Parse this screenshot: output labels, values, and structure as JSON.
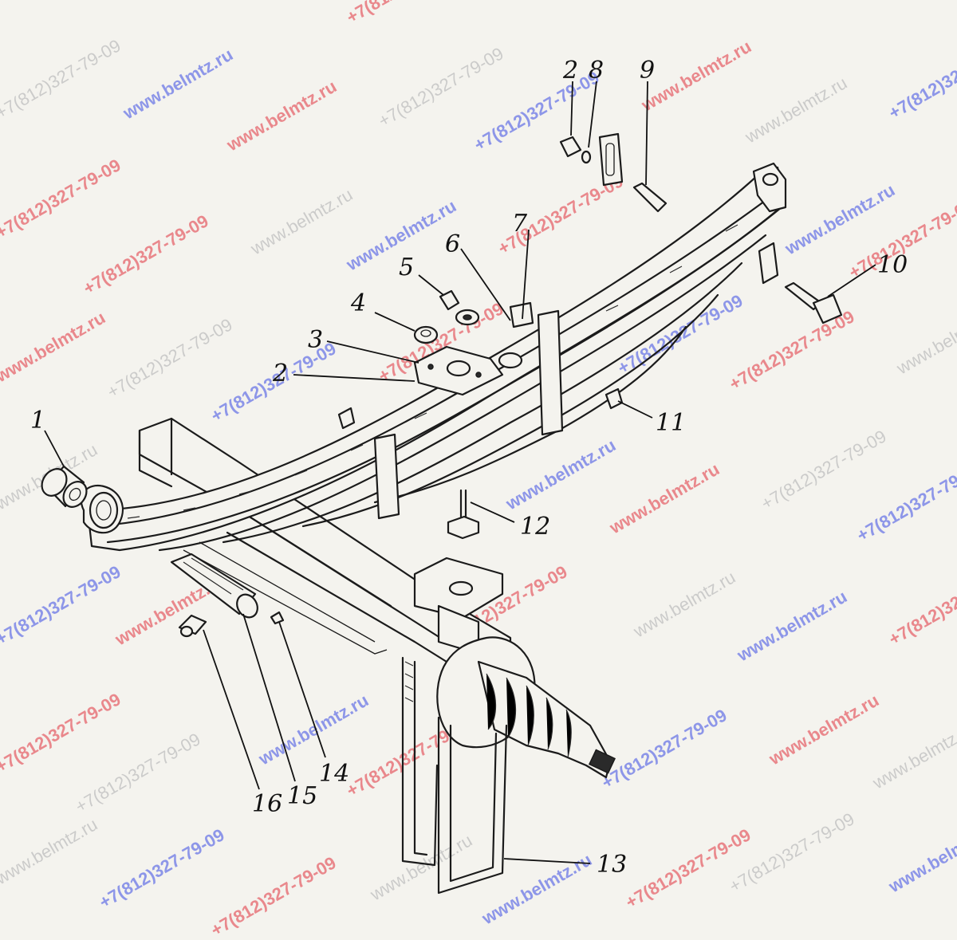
{
  "callouts": [
    {
      "label": "1"
    },
    {
      "label": "2"
    },
    {
      "label": "3"
    },
    {
      "label": "4"
    },
    {
      "label": "5"
    },
    {
      "label": "6"
    },
    {
      "label": "7"
    },
    {
      "label": "2"
    },
    {
      "label": "8"
    },
    {
      "label": "9"
    },
    {
      "label": "10"
    },
    {
      "label": "11"
    },
    {
      "label": "12"
    },
    {
      "label": "13"
    },
    {
      "label": "14"
    },
    {
      "label": "15"
    },
    {
      "label": "16"
    }
  ],
  "watermarks": {
    "site": "www.belmtz.ru",
    "phone": "+7(812)327-79-09"
  }
}
